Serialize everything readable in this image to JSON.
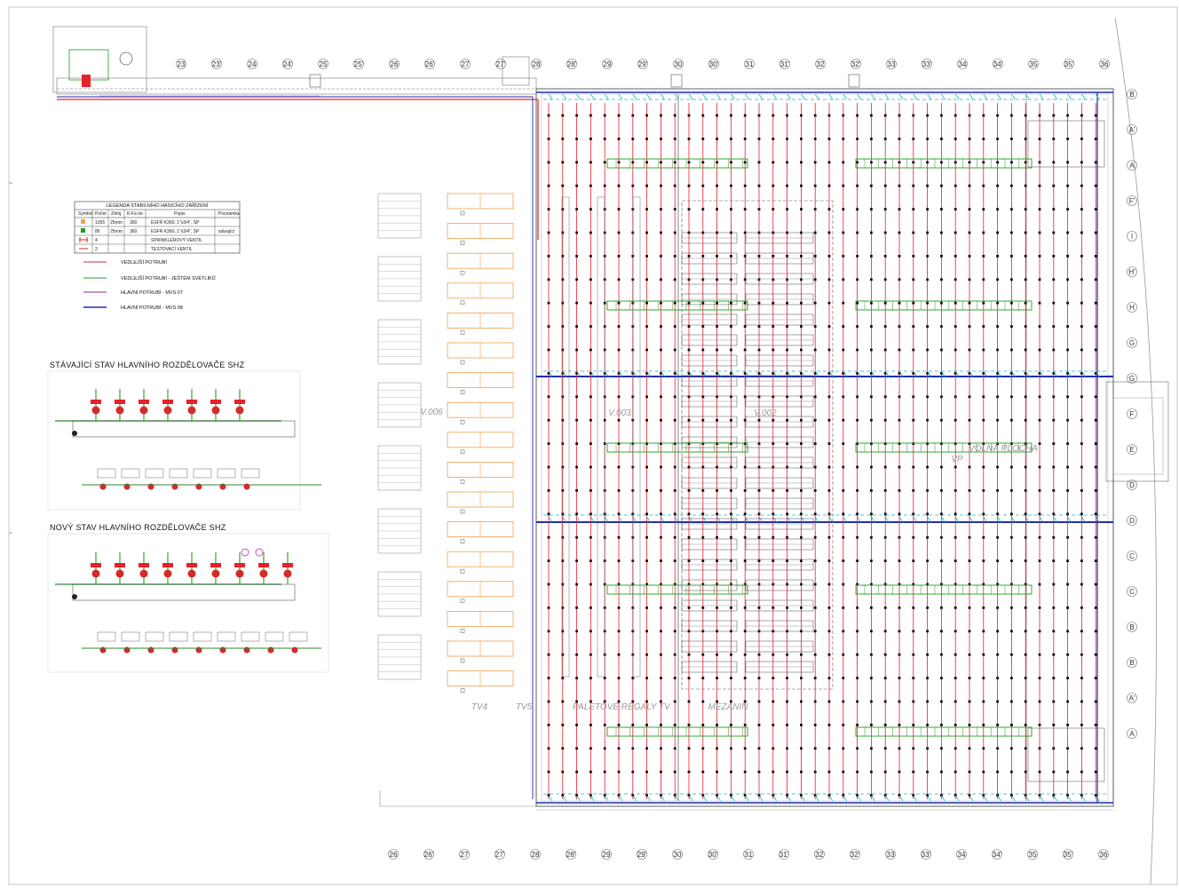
{
  "grid_top_labels": [
    "23",
    "23'",
    "24",
    "24'",
    "25",
    "25'",
    "26",
    "26'",
    "27",
    "27'",
    "28",
    "28'",
    "29",
    "29'",
    "30",
    "30'",
    "31",
    "31'",
    "32",
    "32'",
    "33",
    "33'",
    "34",
    "34'",
    "35",
    "35'",
    "36"
  ],
  "grid_bottom_labels": [
    "26",
    "26'",
    "27",
    "27'",
    "28",
    "28'",
    "29",
    "29'",
    "30",
    "30'",
    "31",
    "31'",
    "32",
    "32'",
    "33",
    "33'",
    "34",
    "34'",
    "35",
    "35'",
    "36"
  ],
  "grid_right_labels": [
    "B",
    "A'",
    "A",
    "F'",
    "I",
    "H'",
    "H",
    "G",
    "G",
    "F",
    "E",
    "D",
    "D",
    "C",
    "C",
    "B",
    "B",
    "A'",
    "A"
  ],
  "rooms": {
    "v006": "V.006",
    "v003": "V.003",
    "v002": "V.002",
    "tv4": "TV4",
    "tv5": "TV5",
    "pallet": "PALETOVÉ REGÁLY TV",
    "mezanin": "MEZANIN",
    "volna": "VOLNÁ PLOCHA",
    "vp": "VP"
  },
  "legend": {
    "title": "LEGENDA STABILNÍHO HASICÍHO ZAŘÍZENÍ",
    "headers": [
      "Symbol",
      "Počet",
      "Zdroj",
      "K-Fa tor",
      "Popis",
      "Poznámka"
    ],
    "rows": [
      [
        "",
        "1265",
        "25mm",
        "360",
        "ESFR K360, 1\"x3/4\", SP",
        ""
      ],
      [
        "",
        "86",
        "25mm",
        "360",
        "ESFR K360, 1\"x3/4\", SP",
        "stávající"
      ],
      [
        "",
        "4",
        "",
        "",
        "SPRINKLEROVÝ VENTIL",
        ""
      ],
      [
        "",
        "2",
        "",
        "",
        "TESTOVACÍ VENTIL",
        ""
      ]
    ],
    "lines": [
      {
        "label": "VEDLEJŠÍ POTRUBÍ",
        "color": "#c0305a"
      },
      {
        "label": "VEDLEJŠÍ POTRUBÍ - JEŠTĚM SVĚTLÍKŮ",
        "color": "#1ca01c"
      },
      {
        "label": "HLAVNÍ POTRUBÍ - MVS 07",
        "color": "#8a2a8a"
      },
      {
        "label": "HLAVNÍ POTRUBÍ - MVS 08",
        "color": "#1f2fa8"
      }
    ]
  },
  "panels": {
    "existing_title": "STÁVAJÍCÍ STAV HLAVNÍHO ROZDĚLOVAČE SHZ",
    "new_title": "NOVÝ STAV HLAVNÍHO ROZDĚLOVAČE SHZ"
  },
  "colors": {
    "branch_pipe": "#e8202a",
    "main_pipe": "#1f2fa8",
    "cyan_pipe": "#18b8c8",
    "skylight": "#1ca01c",
    "rack_orange": "#f0a050",
    "structure": "#8a8a8a",
    "sprinkler": "#101010"
  }
}
